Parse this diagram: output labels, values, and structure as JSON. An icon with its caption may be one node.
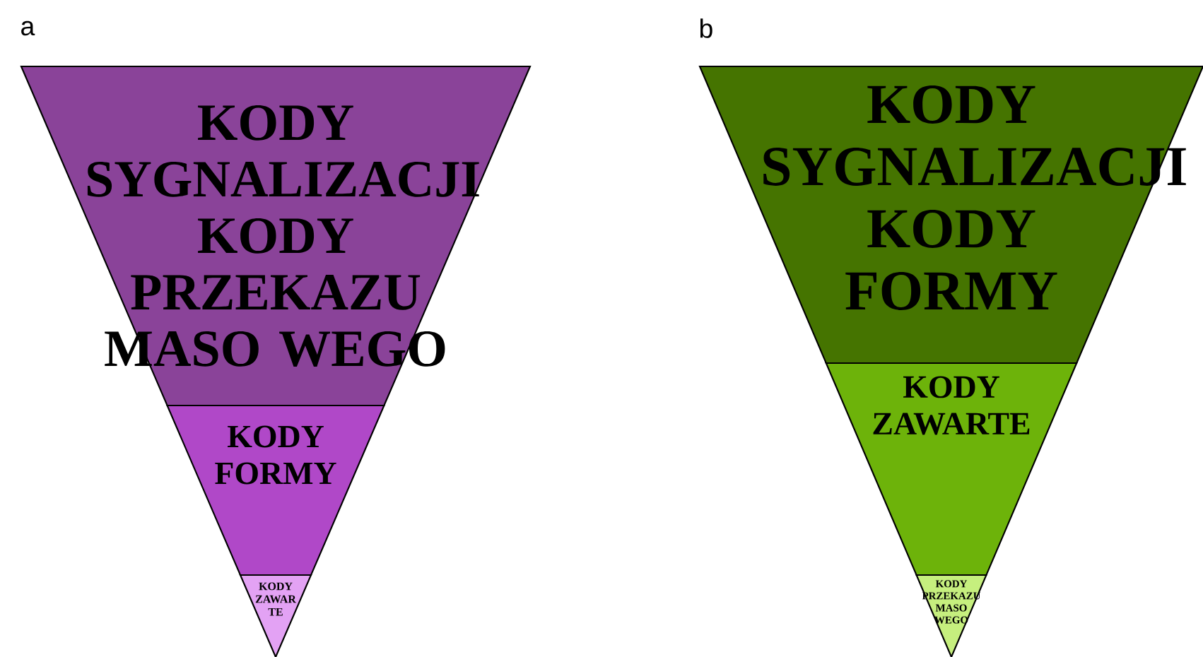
{
  "diagram": {
    "nodes": [
      {
        "text": [
          "KODY SYGNALIZACJI KODY PRZEKAZU MASO WEGO"
        ]
      },
      {
        "text": [
          "KODY FORMY"
        ]
      },
      {
        "text": [
          "KODY ZAWAR TE"
        ]
      },
      {
        "text": [
          "KODY SYGNALIZACJI KODY FORMY"
        ]
      },
      {
        "text": [
          "KODY ZAWARTE"
        ]
      },
      {
        "text": [
          "KODY PRZEKAZU MASO WEGO"
        ]
      }
    ],
    "labels": [
      "a",
      "b"
    ]
  }
}
